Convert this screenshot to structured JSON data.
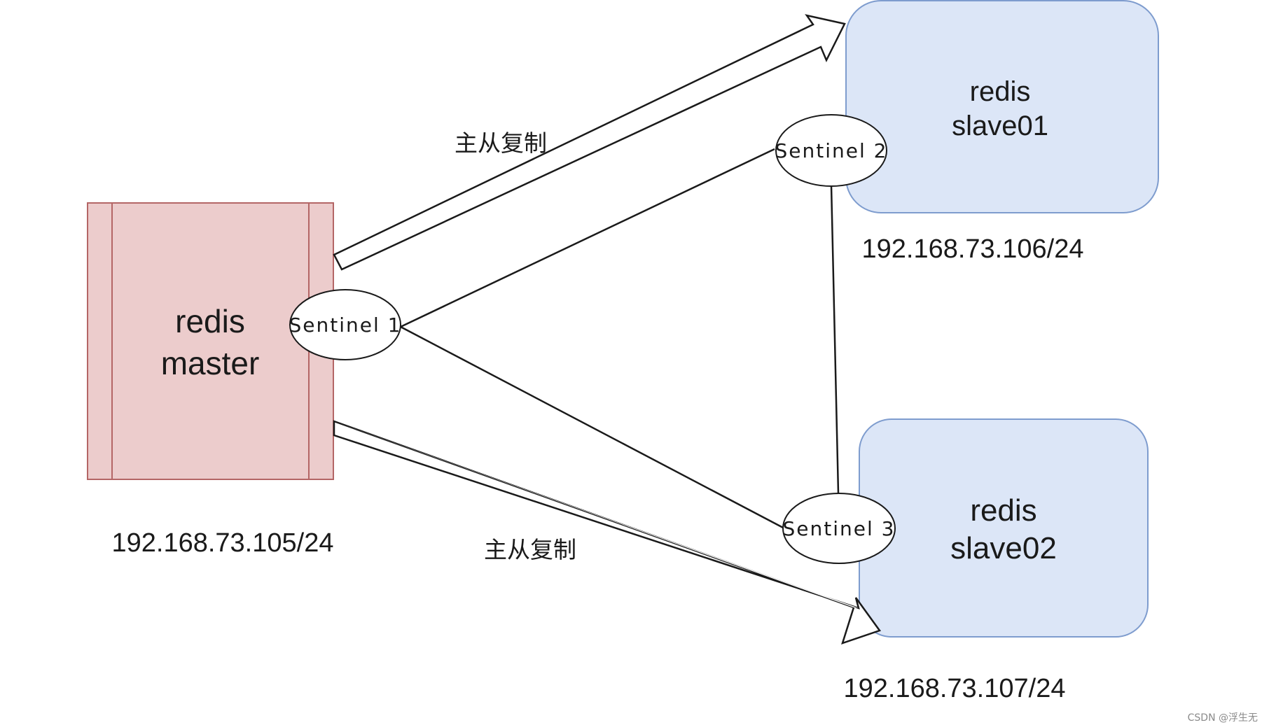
{
  "colors": {
    "master_fill": "#eccccc",
    "master_stroke": "#b46666",
    "slave_fill": "#dce6f7",
    "slave_stroke": "#7e9cce",
    "sentinel_fill": "#ffffff",
    "line": "#1a1a1a"
  },
  "master": {
    "line1": "redis",
    "line2": "master",
    "ip": "192.168.73.105/24"
  },
  "slave01": {
    "line1": "redis",
    "line2": "slave01",
    "ip": "192.168.73.106/24"
  },
  "slave02": {
    "line1": "redis",
    "line2": "slave02",
    "ip": "192.168.73.107/24"
  },
  "sentinels": {
    "s1": "Sentinel 1",
    "s2": "Sentinel 2",
    "s3": "Sentinel 3"
  },
  "edges": {
    "replication_top": "主从复制",
    "replication_bottom": "主从复制"
  },
  "watermark": "CSDN @浮生无"
}
